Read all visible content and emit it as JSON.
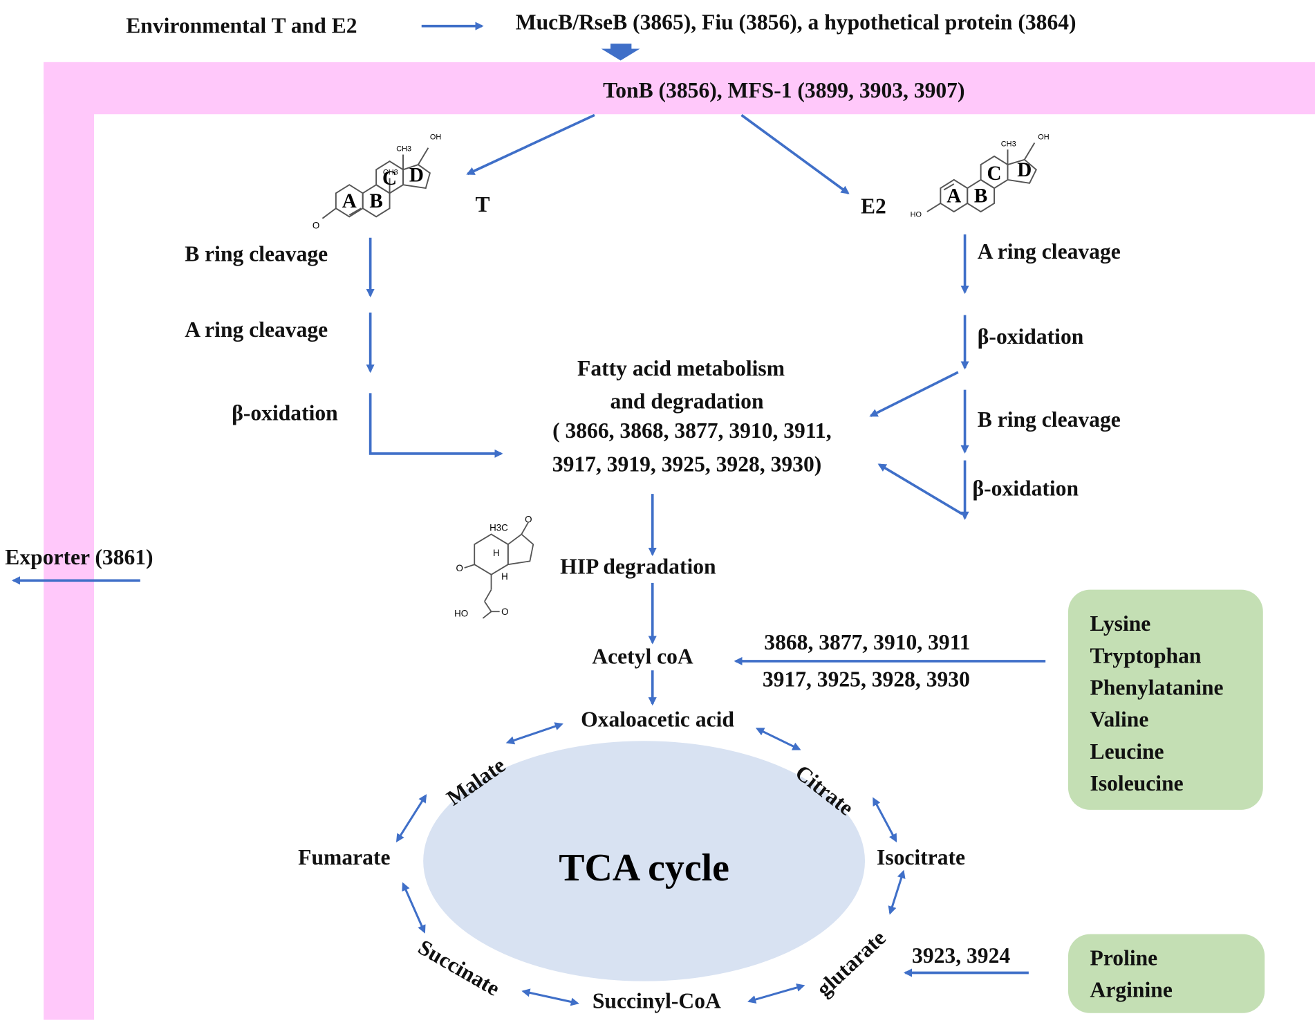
{
  "signal": {
    "source": "Environmental  T and E2",
    "sensors": "MucB/RseB (3865), Fiu  (3856), a hypothetical  protein (3864)"
  },
  "membrane": {
    "transporters": "TonB (3856), MFS-1 (3899, 3903, 3907)",
    "exporter": "Exporter  (3861)"
  },
  "testosterone": {
    "name": "T",
    "ring_labels": [
      "A",
      "B",
      "C",
      "D"
    ],
    "atom_labels": [
      "O",
      "CH3",
      "CH3",
      "OH"
    ],
    "steps": [
      "B ring cleavage",
      "A ring cleavage",
      "β-oxidation"
    ]
  },
  "estradiol": {
    "name": "E2",
    "ring_labels": [
      "A",
      "B",
      "C",
      "D"
    ],
    "atom_labels": [
      "HO",
      "CH3",
      "OH"
    ],
    "steps": [
      "A ring cleavage",
      "β-oxidation",
      "B ring cleavage",
      "β-oxidation"
    ]
  },
  "fatty_acid": {
    "line1": "Fatty acid metabolism",
    "line2": "and degradation",
    "line3": "( 3866, 3868, 3877, 3910, 3911,",
    "line4": "3917, 3919, 3925, 3928, 3930)"
  },
  "hip": {
    "label": "HIP degradation",
    "atom_labels": [
      "H3C",
      "O",
      "O",
      "H",
      "H",
      "HO",
      "O"
    ]
  },
  "acetyl": {
    "label": "Acetyl coA",
    "genes_line1": "3868, 3877, 3910, 3911",
    "genes_line2": "3917, 3925, 3928, 3930"
  },
  "amino_acids_1": [
    "Lysine",
    "Tryptophan",
    "Phenylatanine",
    "Valine",
    "Leucine",
    "Isoleucine"
  ],
  "amino_acids_2": [
    "Proline",
    "Arginine"
  ],
  "glutarate_genes": "3923, 3924",
  "tca": {
    "title": "TCA cycle",
    "oxaloacetic": "Oxaloacetic acid",
    "citrate": "Citrate",
    "isocitrate": "Isocitrate",
    "glutarate": "glutarate",
    "succinyl": "Succinyl-CoA",
    "succinate": "Succinate",
    "fumarate": "Fumarate",
    "malate": "Malate"
  },
  "colors": {
    "arrow": "#3f6fc8",
    "membrane": "#ffc8fa",
    "tca_oval": "#d8e2f2",
    "amino_box": "#c4dfb4"
  }
}
